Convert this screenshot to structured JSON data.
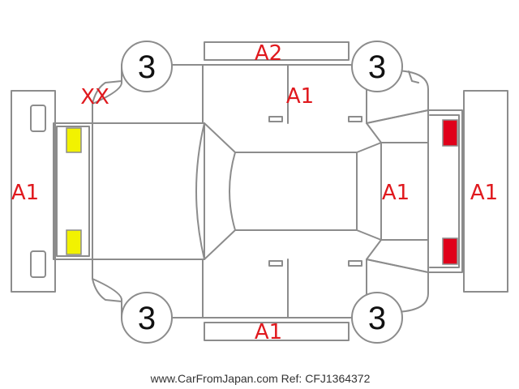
{
  "tires": {
    "front_left": "3",
    "front_right": "3",
    "rear_left": "3",
    "rear_right": "3"
  },
  "grades": {
    "front_bumper": "A1",
    "rear_bumper": "A1",
    "upper_side_sill": "A2",
    "upper_rear_door": "A1",
    "lower_side_sill": "A1",
    "rear_glass": "A1",
    "front_corner": "XX"
  },
  "footer": "www.CarFromJapan.com Ref: CFJ1364372",
  "colors": {
    "grade_text": "#e0191e",
    "front_lights": "#f2f200",
    "rear_lights": "#e0001a",
    "outline": "#8c8c8c"
  }
}
